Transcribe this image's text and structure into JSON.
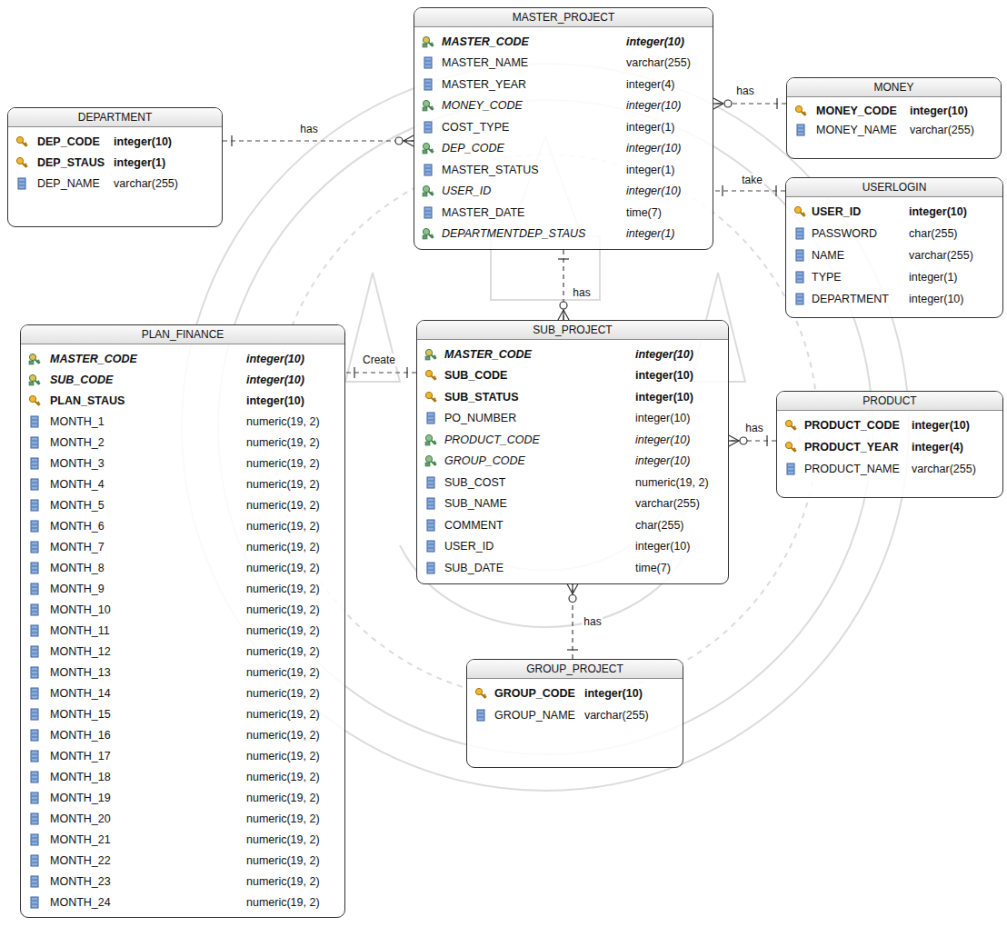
{
  "diagram": {
    "nodes": [
      {
        "text": [
          "MASTER_PROJECT",
          "MASTER_CODE",
          "integer(10)",
          "MASTER_NAME",
          "varchar(255)",
          "MASTER_YEAR",
          "integer(4)",
          "MONEY_CODE",
          "integer(10)",
          "COST_TYPE",
          "integer(1)",
          "DEP_CODE",
          "integer(10)",
          "MASTER_STATUS",
          "integer(1)",
          "USER_ID",
          "integer(10)",
          "MASTER_DATE",
          "time(7)",
          "DEPARTMENTDEP_STAUS",
          "integer(1)"
        ]
      },
      {
        "text": [
          "MONEY",
          "MONEY_CODE",
          "integer(10)",
          "MONEY_NAME",
          "varchar(255)"
        ]
      },
      {
        "text": [
          "DEPARTMENT",
          "DEP_CODE",
          "integer(10)",
          "DEP_STAUS",
          "integer(1)",
          "DEP_NAME",
          "varchar(255)"
        ]
      },
      {
        "text": [
          "USERLOGIN",
          "USER_ID",
          "integer(10)",
          "PASSWORD",
          "char(255)",
          "NAME",
          "varchar(255)",
          "TYPE",
          "integer(1)",
          "DEPARTMENT",
          "integer(10)"
        ]
      },
      {
        "text": [
          "PLAN_FINANCE",
          "MASTER_CODE",
          "integer(10)",
          "SUB_CODE",
          "integer(10)",
          "PLAN_STAUS",
          "integer(10)",
          "MONTH_1",
          "numeric(19, 2)",
          "MONTH_2",
          "numeric(19, 2)",
          "MONTH_3",
          "numeric(19, 2)",
          "MONTH_4",
          "numeric(19, 2)",
          "MONTH_5",
          "numeric(19, 2)",
          "MONTH_6",
          "numeric(19, 2)",
          "MONTH_7",
          "numeric(19, 2)",
          "MONTH_8",
          "numeric(19, 2)",
          "MONTH_9",
          "numeric(19, 2)",
          "MONTH_10",
          "numeric(19, 2)",
          "MONTH_11",
          "numeric(19, 2)",
          "MONTH_12",
          "numeric(19, 2)",
          "MONTH_13",
          "numeric(19, 2)",
          "MONTH_14",
          "numeric(19, 2)",
          "MONTH_15",
          "numeric(19, 2)",
          "MONTH_16",
          "numeric(19, 2)",
          "MONTH_17",
          "numeric(19, 2)",
          "MONTH_18",
          "numeric(19, 2)",
          "MONTH_19",
          "numeric(19, 2)",
          "MONTH_20",
          "numeric(19, 2)",
          "MONTH_21",
          "numeric(19, 2)",
          "MONTH_22",
          "numeric(19, 2)",
          "MONTH_23",
          "numeric(19, 2)",
          "MONTH_24",
          "numeric(19, 2)"
        ]
      },
      {
        "text": [
          "SUB_PROJECT",
          "MASTER_CODE",
          "integer(10)",
          "SUB_CODE",
          "integer(10)",
          "SUB_STATUS",
          "integer(10)",
          "PO_NUMBER",
          "integer(10)",
          "PRODUCT_CODE",
          "integer(10)",
          "GROUP_CODE",
          "integer(10)",
          "SUB_COST",
          "numeric(19, 2)",
          "SUB_NAME",
          "varchar(255)",
          "COMMENT",
          "char(255)",
          "USER_ID",
          "integer(10)",
          "SUB_DATE",
          "time(7)"
        ]
      },
      {
        "text": [
          "PRODUCT",
          "PRODUCT_CODE",
          "integer(10)",
          "PRODUCT_YEAR",
          "integer(4)",
          "PRODUCT_NAME",
          "varchar(255)"
        ]
      },
      {
        "text": [
          "GROUP_PROJECT",
          "GROUP_CODE",
          "integer(10)",
          "GROUP_NAME",
          "varchar(255)"
        ]
      }
    ],
    "edges": [
      {
        "from": 2,
        "to": 0,
        "label": "has",
        "arrow": "none"
      },
      {
        "from": 1,
        "to": 0,
        "label": "has",
        "arrow": "none"
      },
      {
        "from": 3,
        "to": 0,
        "label": "take",
        "arrow": "none"
      },
      {
        "from": 0,
        "to": 5,
        "label": "has",
        "arrow": "none"
      },
      {
        "from": 5,
        "to": 4,
        "label": "Create",
        "arrow": "none"
      },
      {
        "from": 6,
        "to": 5,
        "label": "has",
        "arrow": "none"
      },
      {
        "from": 7,
        "to": 5,
        "label": "has",
        "arrow": "none"
      }
    ]
  }
}
